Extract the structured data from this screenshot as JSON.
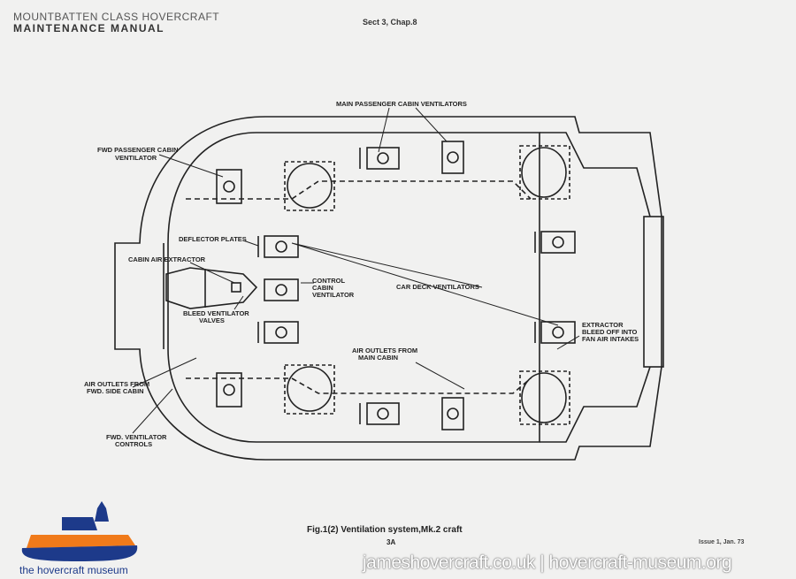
{
  "header": {
    "line1": "MOUNTBATTEN CLASS HOVERCRAFT",
    "line2": "MAINTENANCE MANUAL",
    "section": "Sect 3,  Chap.8"
  },
  "labels": {
    "main_passenger": "MAIN PASSENGER CABIN VENTILATORS",
    "fwd_passenger_1": "FWD PASSENGER CABIN",
    "fwd_passenger_2": "VENTILATOR",
    "deflector": "DEFLECTOR PLATES",
    "cabin_air": "CABIN AIR EXTRACTOR",
    "control_1": "CONTROL",
    "control_2": "CABIN",
    "control_3": "VENTILATOR",
    "bleed_1": "BLEED VENTILATOR",
    "bleed_2": "VALVES",
    "car_deck": "CAR DECK VENTILATORS",
    "extractor_1": "EXTRACTOR",
    "extractor_2": "BLEED OFF INTO",
    "extractor_3": "FAN AIR INTAKES",
    "outlets_main_1": "AIR OUTLETS FROM",
    "outlets_main_2": "MAIN CABIN",
    "outlets_fwd_1": "AIR OUTLETS FROM",
    "outlets_fwd_2": "FWD. SIDE CABIN",
    "fwd_controls_1": "FWD. VENTILATOR",
    "fwd_controls_2": "CONTROLS"
  },
  "footer": {
    "caption": "Fig.1(2)  Ventilation  system,Mk.2 craft",
    "page": "3A",
    "issue": "Issue 1, Jan. 73",
    "watermark": "jameshovercraft.co.uk | hovercraft-museum.org",
    "logo_text": "the hovercraft museum"
  }
}
